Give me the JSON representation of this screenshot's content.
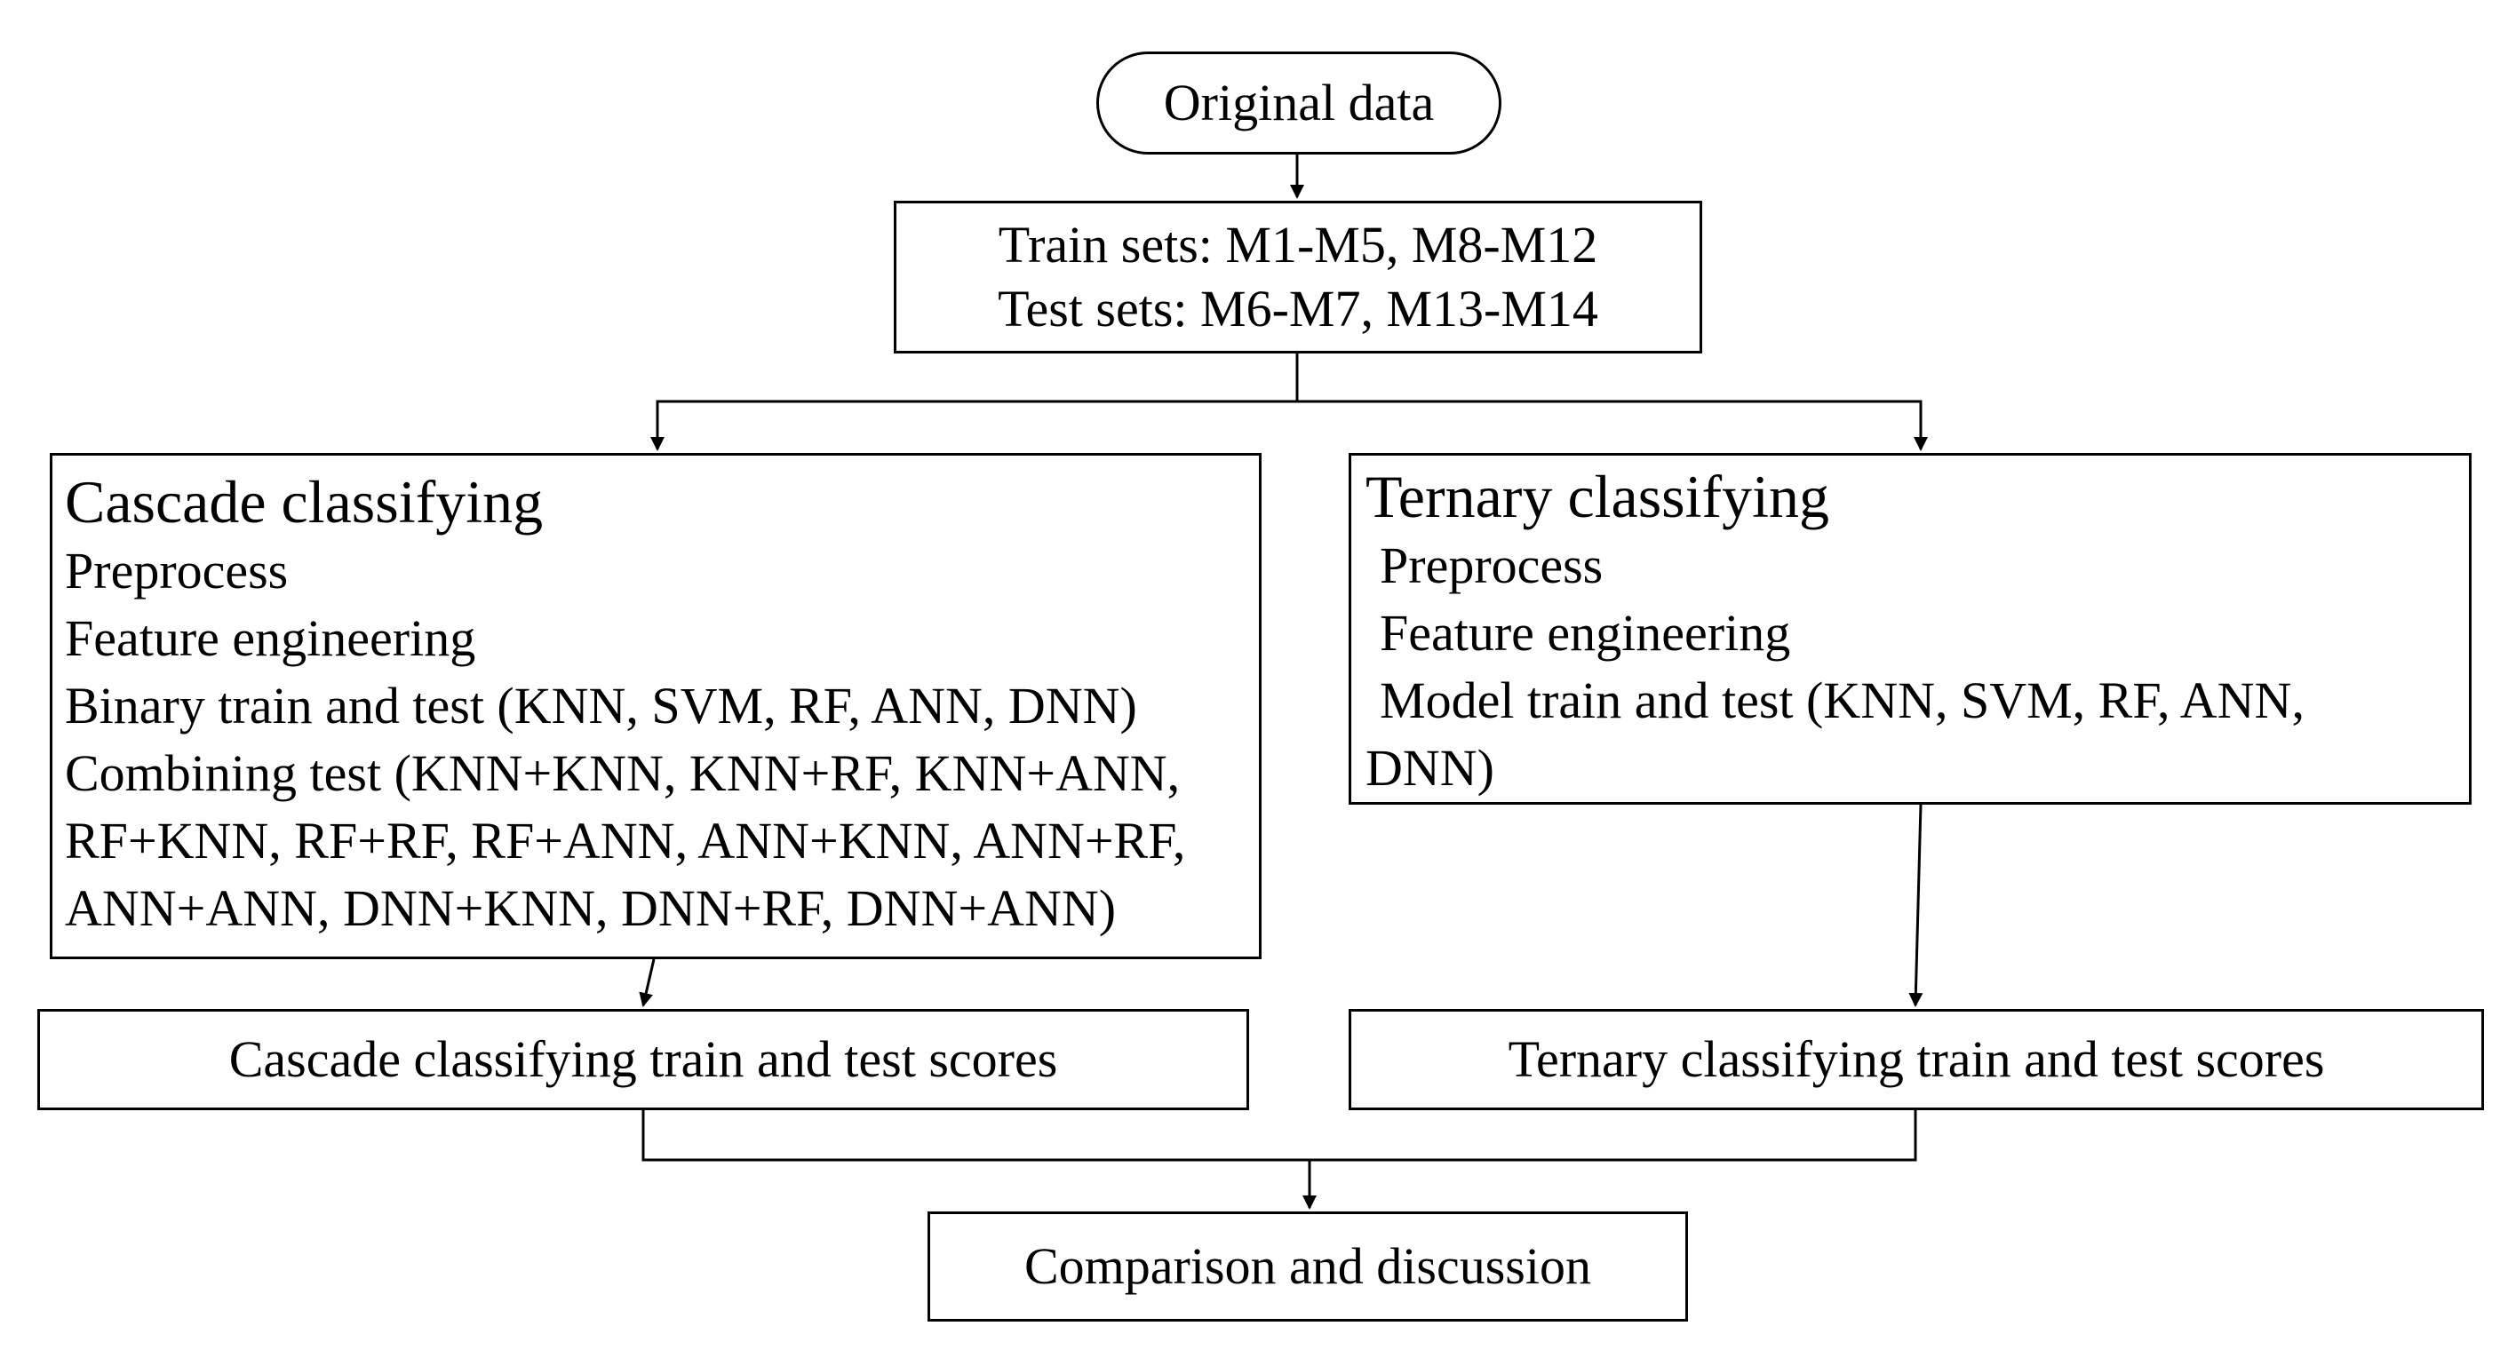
{
  "nodes": {
    "original": "Original data",
    "split": {
      "train": "Train sets: M1-M5, M8-M12",
      "test": "Test sets: M6-M7, M13-M14"
    },
    "cascade": {
      "title": "Cascade classifying",
      "steps": [
        "Preprocess",
        "Feature engineering",
        "Binary train and test (KNN, SVM, RF, ANN, DNN)",
        "Combining test (KNN+KNN, KNN+RF, KNN+ANN,",
        "RF+KNN, RF+RF, RF+ANN, ANN+KNN, ANN+RF,",
        "ANN+ANN, DNN+KNN, DNN+RF, DNN+ANN)"
      ]
    },
    "ternary": {
      "title": "Ternary classifying",
      "steps": [
        "Preprocess",
        "Feature engineering",
        "Model train and test (KNN, SVM, RF, ANN, DNN)"
      ]
    },
    "cascade_scores": "Cascade classifying train and test scores",
    "ternary_scores": "Ternary classifying train and test scores",
    "comparison": "Comparison and discussion"
  },
  "edges": [
    {
      "from": "original",
      "to": "split"
    },
    {
      "from": "split",
      "to": "cascade"
    },
    {
      "from": "split",
      "to": "ternary"
    },
    {
      "from": "cascade",
      "to": "cascade_scores"
    },
    {
      "from": "ternary",
      "to": "ternary_scores"
    },
    {
      "from": "cascade_scores",
      "to": "comparison"
    },
    {
      "from": "ternary_scores",
      "to": "comparison"
    }
  ]
}
